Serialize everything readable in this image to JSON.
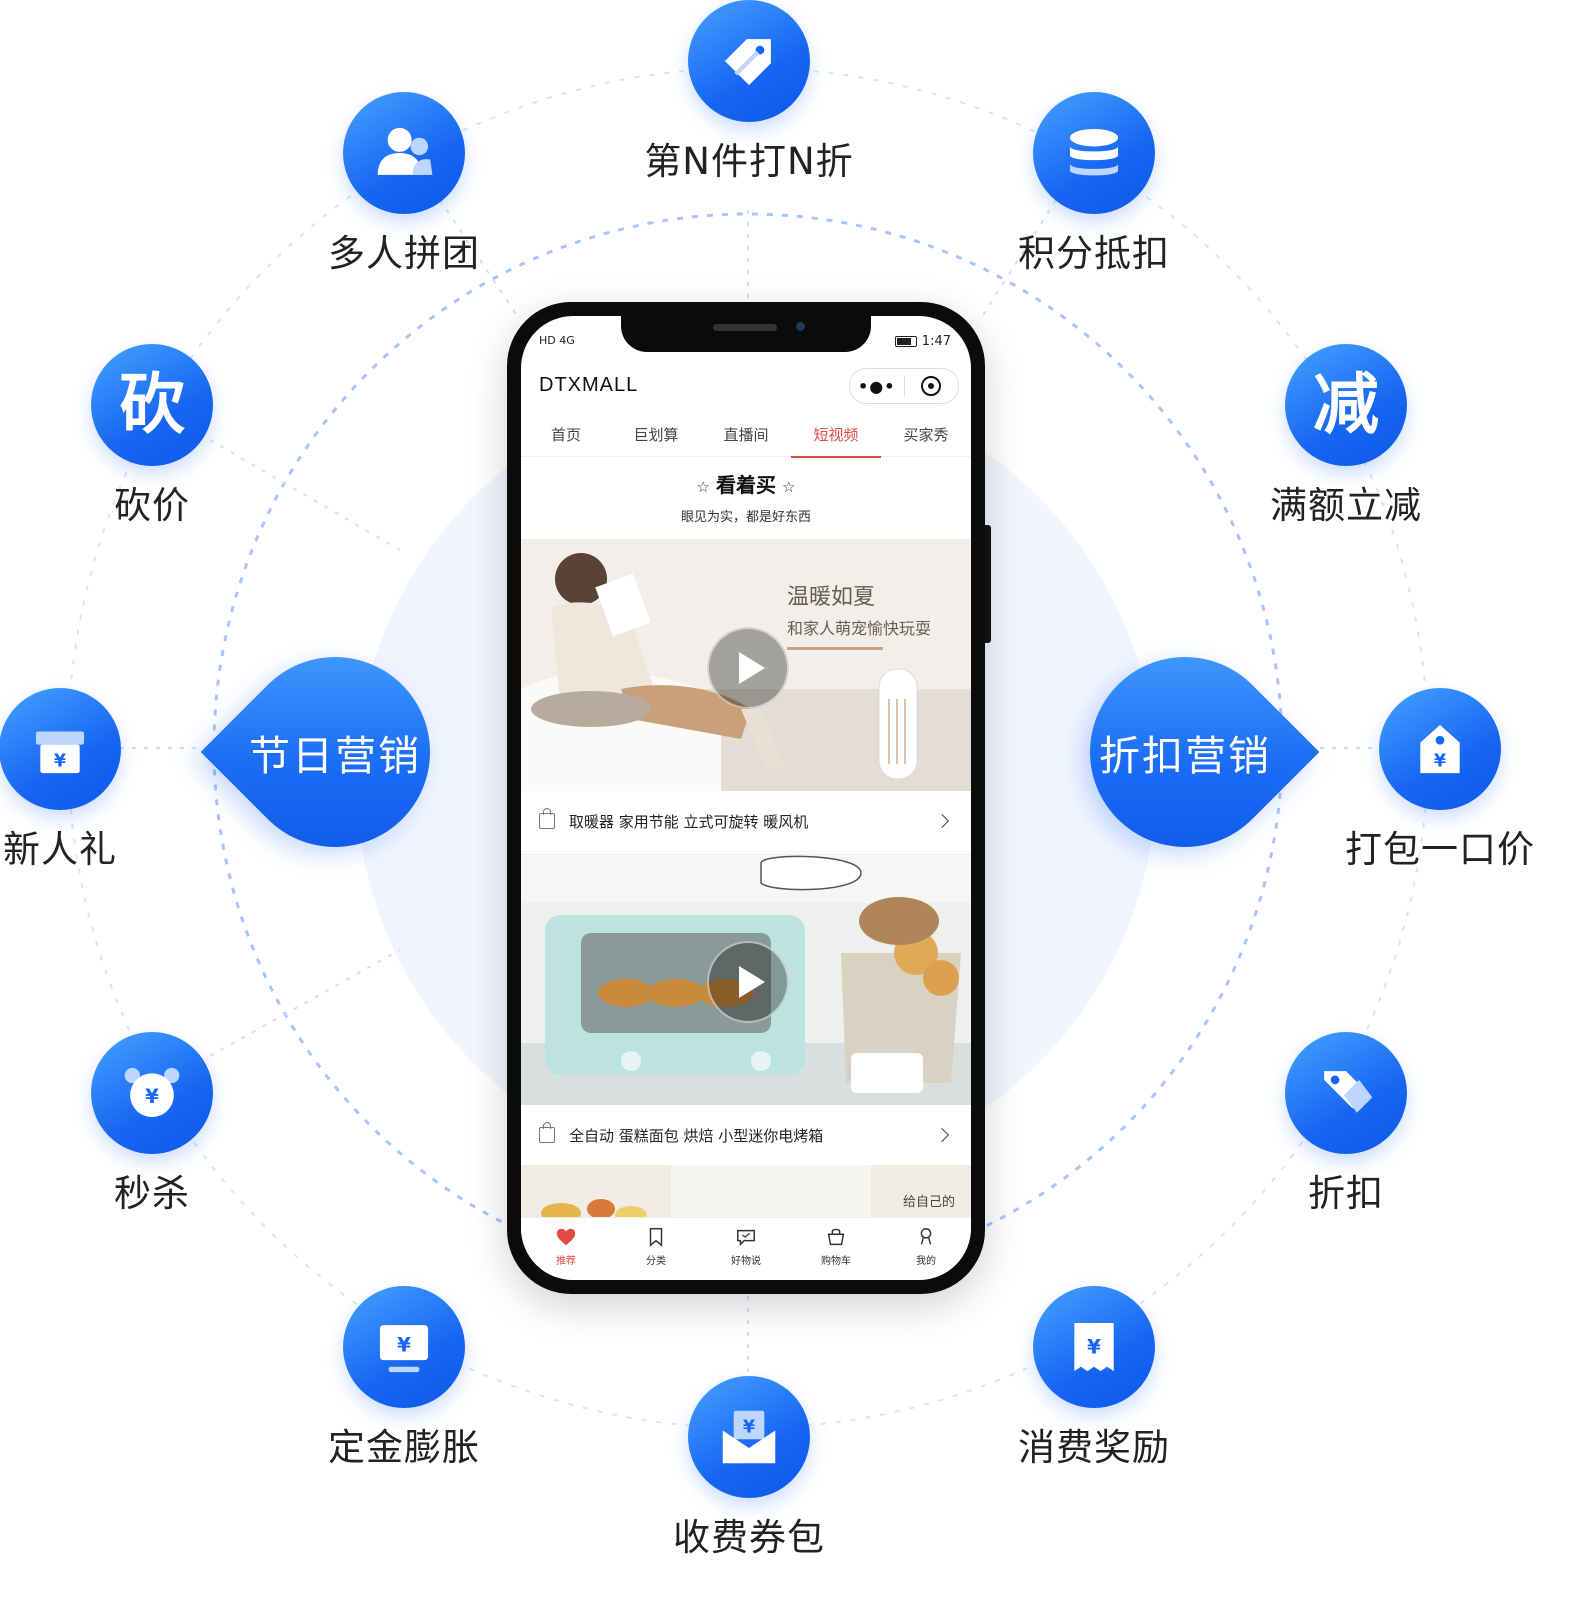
{
  "colors": {
    "accent": "#1766f3",
    "accent_light": "#46a3ff",
    "active_red": "#e24a44",
    "ring": "#a9c6f8"
  },
  "hubs": {
    "left": "节日营销",
    "right": "折扣营销"
  },
  "features": [
    {
      "id": "nth-discount",
      "label": "第N件打N折",
      "icon": "tag-icon"
    },
    {
      "id": "group-buy",
      "label": "多人拼团",
      "icon": "users-icon"
    },
    {
      "id": "points-deduct",
      "label": "积分抵扣",
      "icon": "coins-icon"
    },
    {
      "id": "bargain",
      "label": "砍价",
      "icon": "bargain-icon",
      "glyph": "砍"
    },
    {
      "id": "full-reduction",
      "label": "满额立减",
      "icon": "reduce-icon",
      "glyph": "减"
    },
    {
      "id": "newcomer-gift",
      "label": "新人礼",
      "icon": "gift-icon"
    },
    {
      "id": "bundle-price",
      "label": "打包一口价",
      "icon": "price-tag-icon"
    },
    {
      "id": "flash-sale",
      "label": "秒杀",
      "icon": "alarm-clock-icon"
    },
    {
      "id": "discount",
      "label": "折扣",
      "icon": "discount-tag-icon"
    },
    {
      "id": "deposit-expand",
      "label": "定金膨胀",
      "icon": "monitor-yen-icon"
    },
    {
      "id": "consume-reward",
      "label": "消费奖励",
      "icon": "receipt-icon"
    },
    {
      "id": "paid-coupon",
      "label": "收费券包",
      "icon": "envelope-icon"
    }
  ],
  "phone": {
    "status_time": "1:47",
    "status_left": "HD 4G",
    "app_title": "DTXMALL",
    "tabs": [
      "首页",
      "巨划算",
      "直播间",
      "短视频",
      "买家秀"
    ],
    "active_tab": 3,
    "section_title": "看着买",
    "section_subtitle": "眼见为实，都是好东西",
    "card1_title": "温暖如夏",
    "card1_subtitle": "和家人萌宠愉快玩耍",
    "products": [
      "取暖器 家用节能 立式可旋转 暖风机",
      "全自动 蛋糕面包 烘焙 小型迷你电烤箱"
    ],
    "card3_caption": "给自己的",
    "bottom_nav": [
      "推荐",
      "分类",
      "好物说",
      "购物车",
      "我的"
    ],
    "active_nav": 0
  }
}
